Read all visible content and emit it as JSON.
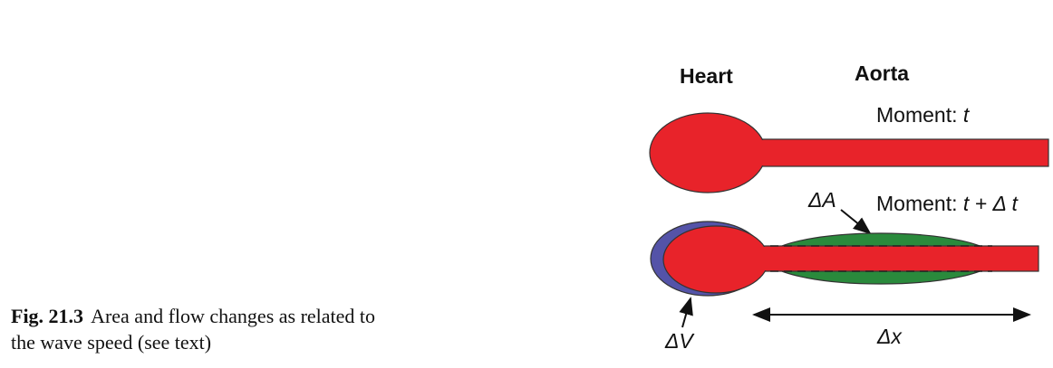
{
  "caption": {
    "figure_label": "Fig. 21.3",
    "text_line1": "Area and flow changes as related to",
    "text_line2": "the wave speed (see text)"
  },
  "diagram": {
    "heart_label": "Heart",
    "aorta_label": "Aorta",
    "moment1_prefix": "Moment: ",
    "moment1_var": "t",
    "moment2_prefix": "Moment: ",
    "moment2_var": "t + Δ t",
    "delta_a_label": "ΔA",
    "delta_v_label": "ΔV",
    "delta_x_label": "Δx",
    "colors": {
      "blood": "#e8232a",
      "heart_expansion": "#5453a8",
      "aorta_expansion": "#2a8a3c",
      "outline": "#333333",
      "text": "#111111"
    }
  }
}
